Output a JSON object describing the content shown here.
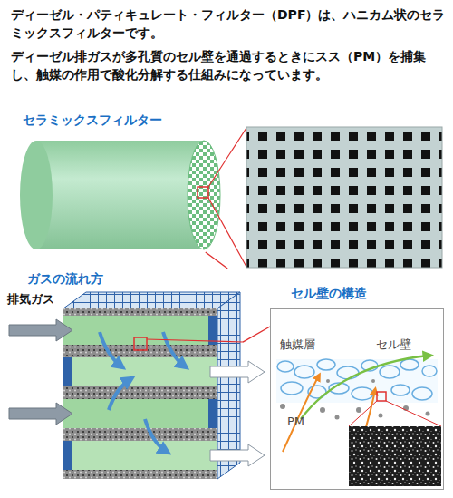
{
  "diagram": {
    "nodes": [
      {
        "text": [
          "セラミックスフィルター"
        ]
      },
      {
        "text": [
          "ガスの流れ方"
        ]
      },
      {
        "text": [
          "セル壁の構造",
          "触媒層",
          "セル壁",
          "PM"
        ]
      }
    ],
    "edges": [
      {
        "from": 0,
        "to": 1,
        "arrow": "none"
      },
      {
        "from": 1,
        "to": 2,
        "arrow": "none"
      }
    ],
    "labels": [
      "ディーゼル・パティキュレート・フィルター（DPF）は、ハニカム状のセラミックスフィルターです。",
      "ディーゼル排ガスが多孔質のセル壁を通過するときにスス（PM）を捕集し、触媒の作用で酸化分解する仕組みになっています。",
      "排気ガス"
    ]
  }
}
